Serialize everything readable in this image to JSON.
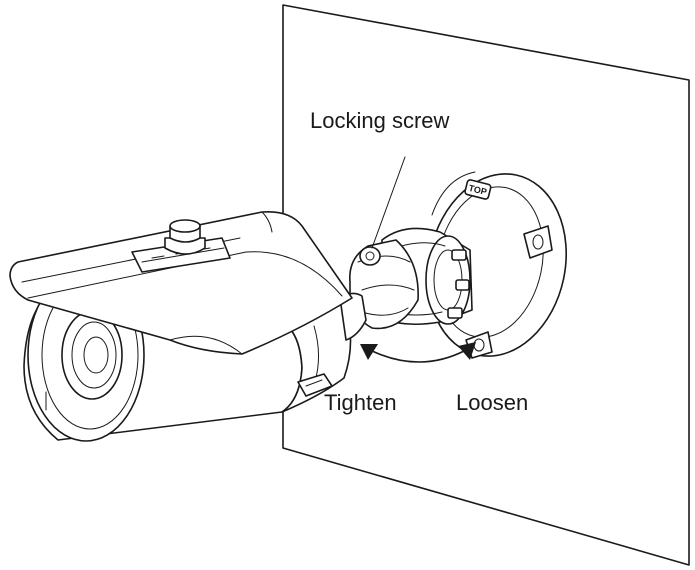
{
  "labels": {
    "locking_screw": "Locking screw",
    "tighten": "Tighten",
    "loosen": "Loosen",
    "top_mark": "TOP"
  },
  "icons": {
    "rotation_arrow": "double-headed-curved-arrow"
  },
  "colors": {
    "line": "#1a1a1a",
    "background": "#ffffff"
  }
}
